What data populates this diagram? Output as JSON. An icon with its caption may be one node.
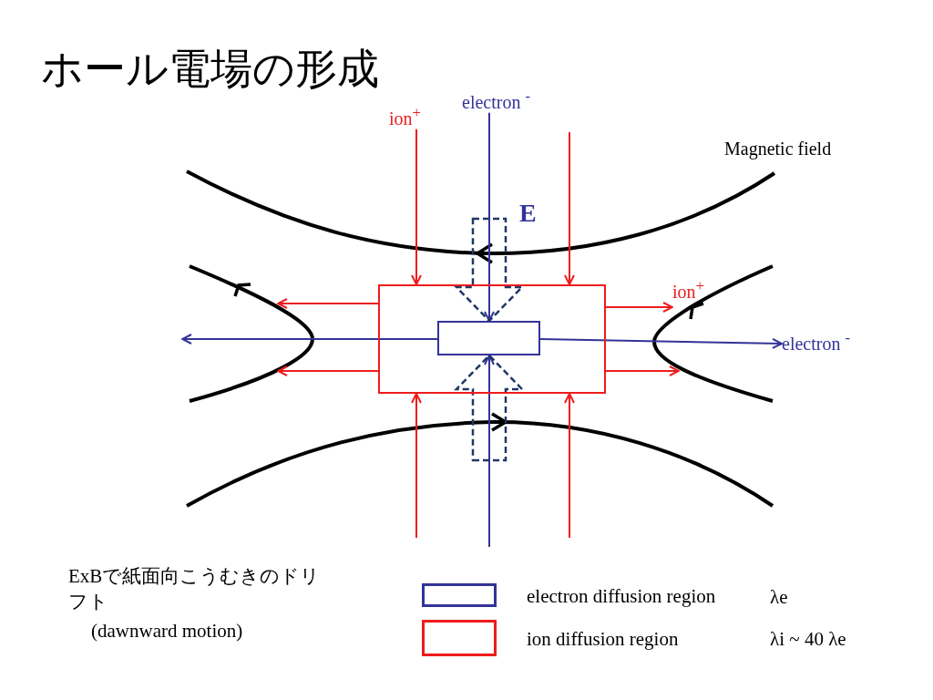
{
  "diagram": {
    "title": "ホール電場の形成",
    "nodes": [
      {
        "text": [],
        "shape": "box"
      },
      {
        "text": [],
        "shape": "box",
        "in": 0
      },
      {
        "text": [
          "ion$^{+}$"
        ]
      },
      {
        "text": [
          "electron $^{-}$"
        ]
      },
      {
        "text": [
          "ion$^{+}$"
        ]
      },
      {
        "text": [
          "electron $^{-}$"
        ]
      }
    ],
    "edges": [
      {
        "from": 2,
        "to": 0,
        "arrow": "to"
      },
      {
        "from": null,
        "to": 0,
        "arrow": "to"
      },
      {
        "from": null,
        "to": 0,
        "arrow": "to"
      },
      {
        "from": null,
        "to": 0,
        "arrow": "to"
      },
      {
        "from": 0,
        "to": null,
        "arrow": "to"
      },
      {
        "from": 0,
        "to": null,
        "arrow": "to"
      },
      {
        "from": 0,
        "to": 4,
        "arrow": "to"
      },
      {
        "from": 0,
        "to": null,
        "arrow": "to"
      },
      {
        "from": 3,
        "to": 1,
        "arrow": "to",
        "color": "#333399"
      },
      {
        "from": null,
        "to": 1,
        "arrow": "to",
        "color": "#333399"
      },
      {
        "from": 1,
        "to": null,
        "arrow": "to",
        "color": "#333399"
      },
      {
        "from": 1,
        "to": 5,
        "arrow": "to",
        "color": "#333399"
      },
      {
        "from": null,
        "to": 1,
        "arrow": "to",
        "style": "dashed",
        "color": "#1f3864"
      },
      {
        "from": null,
        "to": 1,
        "arrow": "to",
        "style": "dashed",
        "color": "#1f3864"
      }
    ],
    "labels": [
      "Magnetic field",
      "E",
      "ExBで紙面向こうむきのドリフト",
      "(dawnward motion)",
      "λe",
      "λi  ~ 40 λe"
    ],
    "legend": [
      {
        "text": "electron diffusion region"
      },
      {
        "text": "ion diffusion region"
      }
    ]
  }
}
